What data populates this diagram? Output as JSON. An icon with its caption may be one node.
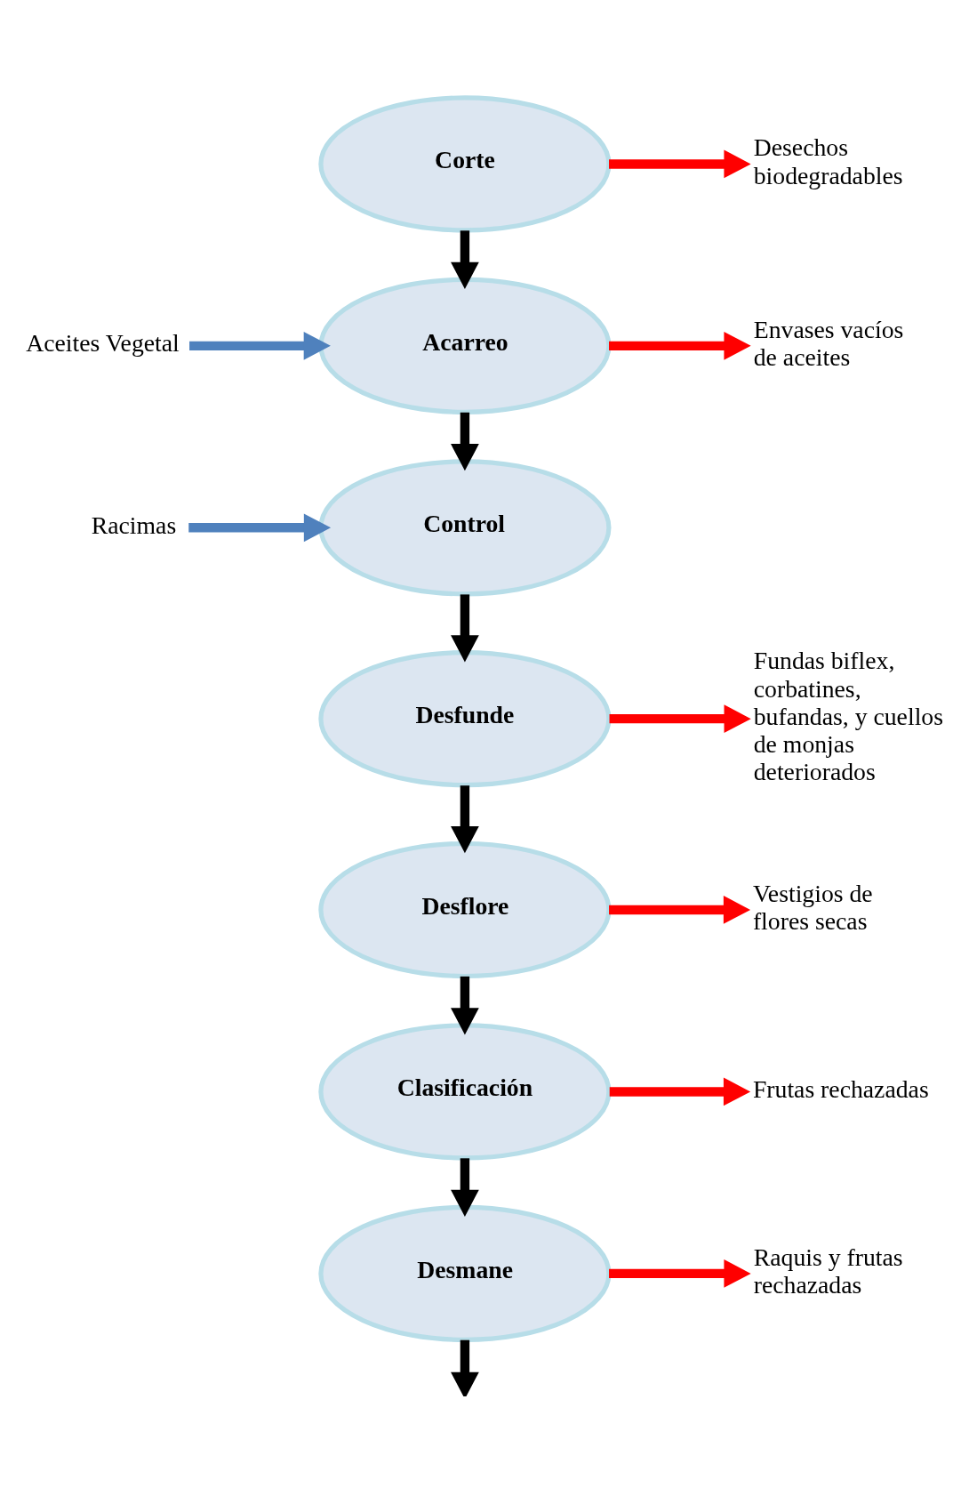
{
  "diagram": {
    "nodes": [
      {
        "text": [
          "Corte"
        ]
      },
      {
        "text": [
          "Desechos biodegradables"
        ]
      },
      {
        "text": [
          "Aceites Vegetal"
        ]
      },
      {
        "text": [
          "Acarreo"
        ]
      },
      {
        "text": [
          "Envases vacíos de aceites"
        ]
      },
      {
        "text": [
          "Racimas"
        ]
      },
      {
        "text": [
          "Control"
        ]
      },
      {
        "text": [
          "Desfunde"
        ]
      },
      {
        "text": [
          "Fundas biflex, corbatines, bufandas, y cuellos de monjas deteriorados"
        ]
      },
      {
        "text": [
          "Desflore"
        ]
      },
      {
        "text": [
          "Vestigios de flores secas"
        ]
      },
      {
        "text": [
          "Clasificación"
        ]
      },
      {
        "text": [
          "Frutas rechazadas"
        ]
      },
      {
        "text": [
          "Desmane"
        ]
      },
      {
        "text": [
          "Raquis y frutas rechazadas"
        ]
      }
    ],
    "edges": [
      {
        "from": 0,
        "to": 1,
        "arrow": "to",
        "color": "#ff0000"
      },
      {
        "from": 0,
        "to": 3,
        "arrow": "to"
      },
      {
        "from": 2,
        "to": 3,
        "arrow": "to",
        "color": "#4f81bd"
      },
      {
        "from": 3,
        "to": 4,
        "arrow": "to",
        "color": "#ff0000"
      },
      {
        "from": 3,
        "to": 6,
        "arrow": "to"
      },
      {
        "from": 5,
        "to": 6,
        "arrow": "to",
        "color": "#4f81bd"
      },
      {
        "from": 6,
        "to": 7,
        "arrow": "to"
      },
      {
        "from": 7,
        "to": 8,
        "arrow": "to",
        "color": "#ff0000"
      },
      {
        "from": 7,
        "to": 9,
        "arrow": "to"
      },
      {
        "from": 9,
        "to": 10,
        "arrow": "to",
        "color": "#ff0000"
      },
      {
        "from": 9,
        "to": 11,
        "arrow": "to"
      },
      {
        "from": 11,
        "to": 12,
        "arrow": "to",
        "color": "#ff0000"
      },
      {
        "from": 11,
        "to": 13,
        "arrow": "to"
      },
      {
        "from": 13,
        "to": 14,
        "arrow": "to",
        "color": "#ff0000"
      },
      {
        "from": 13,
        "to": null,
        "arrow": "to"
      }
    ]
  }
}
